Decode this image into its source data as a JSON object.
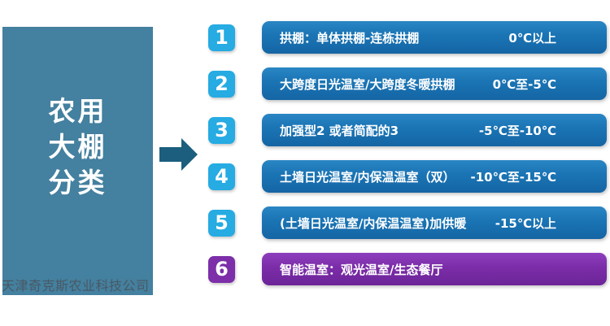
{
  "colors": {
    "panel_bg": "#44809f",
    "badge_cyan": "#26ABE2",
    "badge_purple": "#7C2FA8",
    "bar_blue": "#1a74b4",
    "bar_purple": "#7b2da8",
    "arrow": "#1B5E7E"
  },
  "panel": {
    "title_lines": [
      "农用",
      "大棚",
      "分类"
    ],
    "watermark": "天津奇克斯农业科技公司"
  },
  "arrow": {
    "icon": "arrow-right-icon"
  },
  "rows": [
    {
      "number": "1",
      "label": "拱棚：单体拱棚-连栋拱棚",
      "temperature": "0℃以上",
      "badge_color": "cyan",
      "bar_color": "blue"
    },
    {
      "number": "2",
      "label": "大跨度日光温室/大跨度冬暖拱棚",
      "temperature": "0℃至-5℃",
      "badge_color": "cyan",
      "bar_color": "blue"
    },
    {
      "number": "3",
      "label": "加强型2 或者简配的3",
      "temperature": "-5℃至-10℃",
      "badge_color": "cyan",
      "bar_color": "blue"
    },
    {
      "number": "4",
      "label": "土墙日光温室/内保温温室（双）",
      "temperature": "-10℃至-15℃",
      "badge_color": "cyan",
      "bar_color": "blue"
    },
    {
      "number": "5",
      "label": "(土墙日光温室/内保温温室)加供暖",
      "temperature": "-15℃以上",
      "badge_color": "cyan",
      "bar_color": "blue"
    },
    {
      "number": "6",
      "label": "智能温室：观光温室/生态餐厅",
      "temperature": "",
      "badge_color": "purple",
      "bar_color": "purple"
    }
  ]
}
